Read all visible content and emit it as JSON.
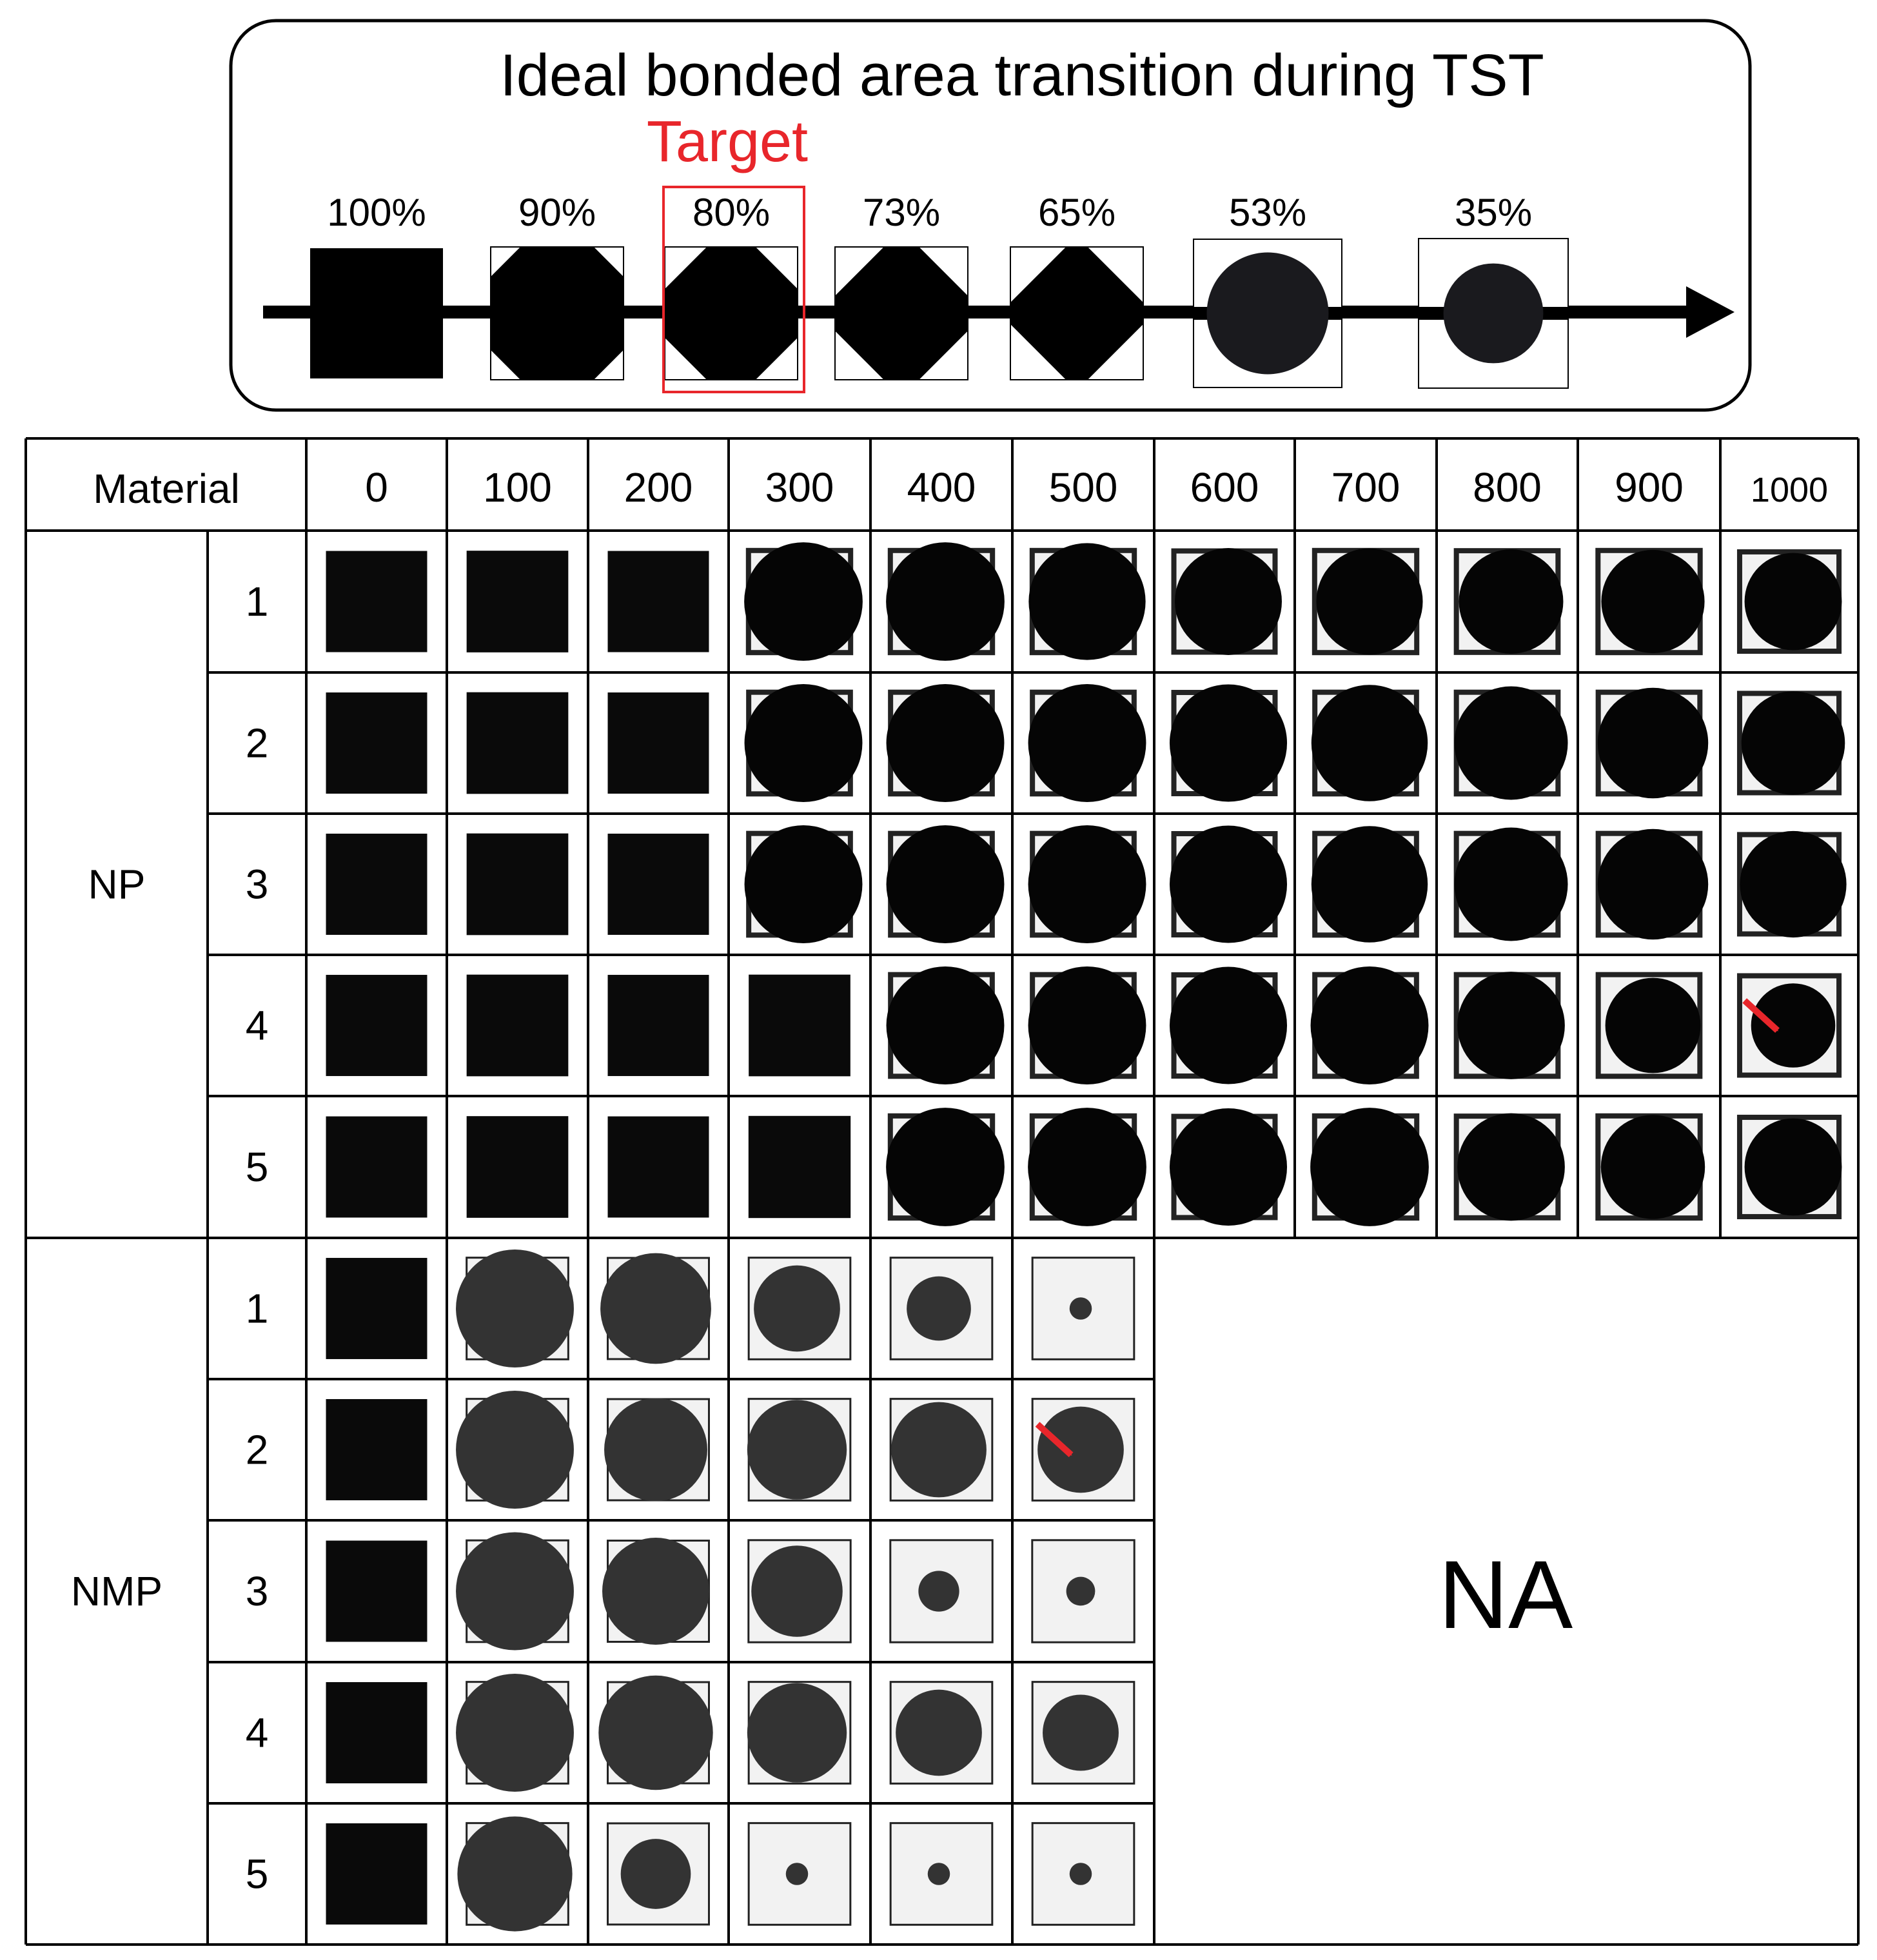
{
  "header": {
    "title": "Ideal bonded area transition during TST",
    "target_label": "Target",
    "target_color": "#e8262b",
    "target_stage_index": 2,
    "stages": [
      {
        "label": "100%",
        "shape": "square",
        "area_fraction": 1.0
      },
      {
        "label": "90%",
        "shape": "octagon",
        "area_fraction": 0.9
      },
      {
        "label": "80%",
        "shape": "octagon",
        "area_fraction": 0.8
      },
      {
        "label": "73%",
        "shape": "octagon",
        "area_fraction": 0.73
      },
      {
        "label": "65%",
        "shape": "diamond",
        "area_fraction": 0.65
      },
      {
        "label": "53%",
        "shape": "circle",
        "area_fraction": 0.53
      },
      {
        "label": "35%",
        "shape": "circle",
        "area_fraction": 0.35
      }
    ]
  },
  "table": {
    "material_header": "Material",
    "cycles": [
      "0",
      "100",
      "200",
      "300",
      "400",
      "500",
      "600",
      "700",
      "800",
      "900",
      "1000"
    ],
    "na_label": "NA",
    "arrow_color": "#e8262b",
    "groups": [
      {
        "name": "NP",
        "samples": [
          {
            "id": "1",
            "debond": [
              0.0,
              0.0,
              0.0,
              0.02,
              0.12,
              0.18,
              0.3,
              0.32,
              0.34,
              0.36,
              0.4
            ]
          },
          {
            "id": "2",
            "debond": [
              0.0,
              0.0,
              0.0,
              0.02,
              0.06,
              0.08,
              0.14,
              0.18,
              0.22,
              0.26,
              0.32
            ]
          },
          {
            "id": "3",
            "debond": [
              0.0,
              0.0,
              0.0,
              0.02,
              0.04,
              0.08,
              0.14,
              0.18,
              0.22,
              0.26,
              0.28
            ]
          },
          {
            "id": "4",
            "debond": [
              0.0,
              0.0,
              0.0,
              0.0,
              0.06,
              0.1,
              0.12,
              0.14,
              0.3,
              0.45,
              0.55
            ],
            "red_arrow_at": "1000"
          },
          {
            "id": "5",
            "debond": [
              0.0,
              0.0,
              0.0,
              0.0,
              0.04,
              0.06,
              0.08,
              0.12,
              0.3,
              0.35,
              0.4
            ]
          }
        ]
      },
      {
        "name": "NMP",
        "samples": [
          {
            "id": "1",
            "debond": [
              0.0,
              0.02,
              0.25,
              0.55,
              0.75,
              0.97
            ]
          },
          {
            "id": "2",
            "debond": [
              0.0,
              0.05,
              0.35,
              0.4,
              0.45,
              0.55
            ],
            "red_arrow_at": "500"
          },
          {
            "id": "3",
            "debond": [
              0.0,
              0.05,
              0.3,
              0.5,
              0.9,
              0.95
            ]
          },
          {
            "id": "4",
            "debond": [
              0.0,
              0.05,
              0.2,
              0.4,
              0.55,
              0.65
            ]
          },
          {
            "id": "5",
            "debond": [
              0.0,
              0.2,
              0.7,
              0.97,
              0.97,
              0.97
            ]
          }
        ]
      }
    ]
  }
}
